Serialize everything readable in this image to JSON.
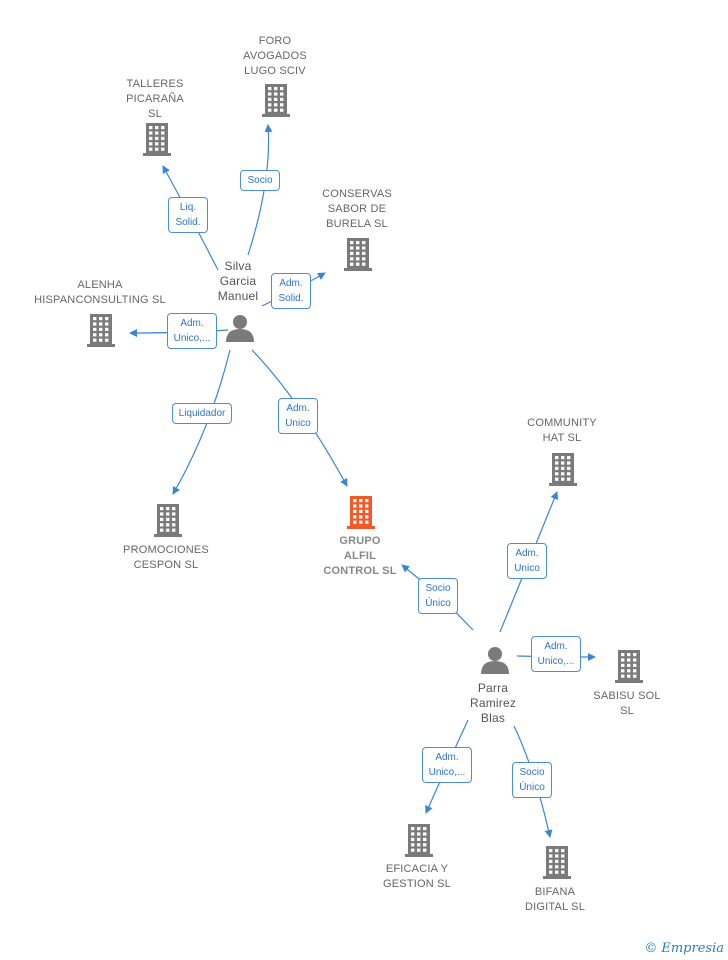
{
  "colors": {
    "company": "#7a7a7a",
    "focus": "#f05a28",
    "person": "#7a7a7a",
    "edge": "#3a86d4",
    "label_border": "#4a8fd6"
  },
  "nodes": [
    {
      "id": "talleres",
      "type": "company",
      "label": "TALLERES\nPICARAÑA\nSL",
      "icon": "building-icon"
    },
    {
      "id": "foro",
      "type": "company",
      "label": "FORO\nAVOGADOS\nLUGO SCIV",
      "icon": "building-icon"
    },
    {
      "id": "conservas",
      "type": "company",
      "label": "CONSERVAS\nSABOR DE\nBURELA  SL",
      "icon": "building-icon"
    },
    {
      "id": "alenha",
      "type": "company",
      "label": "ALENHA\nHISPANCONSULTING SL",
      "icon": "building-icon"
    },
    {
      "id": "silva",
      "type": "person",
      "label": "Silva\nGarcia\nManuel",
      "icon": "person-icon"
    },
    {
      "id": "promociones",
      "type": "company",
      "label": "PROMOCIONES\nCESPON SL",
      "icon": "building-icon"
    },
    {
      "id": "grupo",
      "type": "focus",
      "label": "GRUPO\nALFIL\nCONTROL  SL",
      "icon": "building-icon"
    },
    {
      "id": "community",
      "type": "company",
      "label": "COMMUNITY\nHAT  SL",
      "icon": "building-icon"
    },
    {
      "id": "parra",
      "type": "person",
      "label": "Parra\nRamirez\nBlas",
      "icon": "person-icon"
    },
    {
      "id": "sabisu",
      "type": "company",
      "label": "SABISU SOL\nSL",
      "icon": "building-icon"
    },
    {
      "id": "eficacia",
      "type": "company",
      "label": "EFICACIA Y\nGESTION  SL",
      "icon": "building-icon"
    },
    {
      "id": "bifana",
      "type": "company",
      "label": "BIFANA\nDIGITAL  SL",
      "icon": "building-icon"
    }
  ],
  "edges": [
    {
      "from": "silva",
      "to": "talleres",
      "label": "Liq.\nSolid."
    },
    {
      "from": "silva",
      "to": "foro",
      "label": "Socio"
    },
    {
      "from": "silva",
      "to": "conservas",
      "label": "Adm.\nSolid."
    },
    {
      "from": "silva",
      "to": "alenha",
      "label": "Adm.\nUnico,..."
    },
    {
      "from": "silva",
      "to": "promociones",
      "label": "Liquidador"
    },
    {
      "from": "silva",
      "to": "grupo",
      "label": "Adm.\nUnico"
    },
    {
      "from": "parra",
      "to": "grupo",
      "label": "Socio\nÚnico"
    },
    {
      "from": "parra",
      "to": "community",
      "label": "Adm.\nUnico"
    },
    {
      "from": "parra",
      "to": "sabisu",
      "label": "Adm.\nUnico,..."
    },
    {
      "from": "parra",
      "to": "eficacia",
      "label": "Adm.\nUnico,..."
    },
    {
      "from": "parra",
      "to": "bifana",
      "label": "Socio\nÚnico"
    }
  ],
  "footer": {
    "copyright_symbol": "©",
    "brand": "Empresia"
  }
}
